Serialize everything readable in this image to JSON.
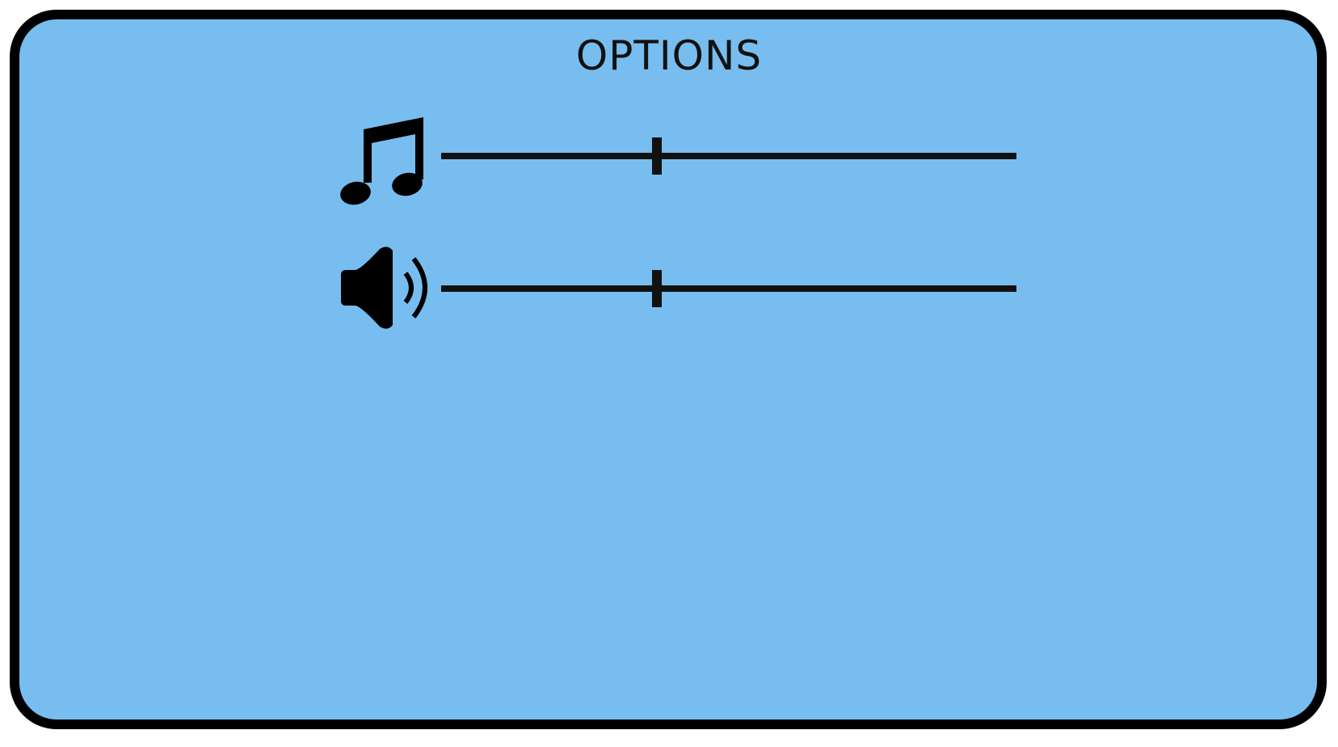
{
  "options": {
    "title": "OPTIONS",
    "colors": {
      "panel_background": "#78bdef",
      "panel_border": "#000000",
      "foreground": "#111111"
    },
    "music": {
      "icon": "music-note-icon",
      "level": 0.375
    },
    "sound": {
      "icon": "speaker-volume-icon",
      "level": 0.375
    }
  }
}
